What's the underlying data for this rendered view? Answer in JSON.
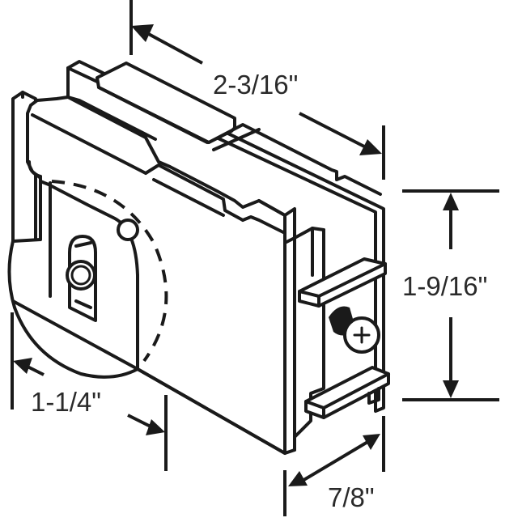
{
  "diagram": {
    "subject": "sliding door roller assembly",
    "line_color": "#1a1a1a",
    "background": "#ffffff",
    "dimensions": {
      "length": {
        "label": "2-3/16\"",
        "description": "overall length of housing"
      },
      "height": {
        "label": "1-9/16\"",
        "description": "overall height"
      },
      "wheel": {
        "label": "1-1/4\"",
        "description": "roller wheel diameter"
      },
      "width": {
        "label": "7/8\"",
        "description": "housing width"
      }
    },
    "parts": [
      "housing",
      "roller-wheel",
      "adjustment-screw",
      "axle-slot",
      "mounting-tabs"
    ]
  }
}
